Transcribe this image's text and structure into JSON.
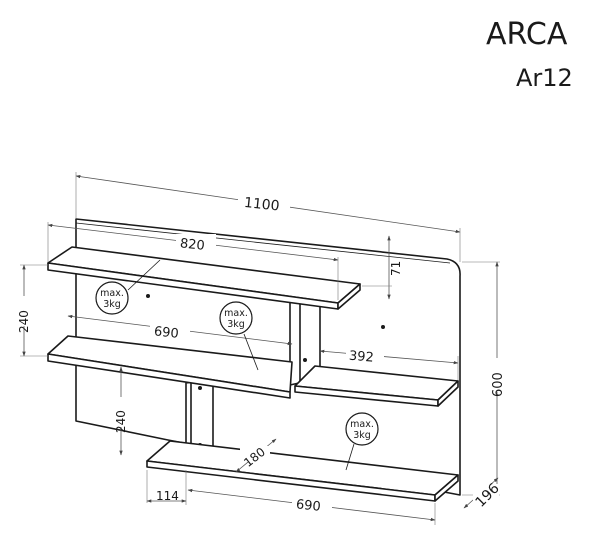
{
  "header": {
    "title": "ARCA",
    "code": "Ar12"
  },
  "dimensions": {
    "total_width": "1100",
    "top_shelf_width": "820",
    "middle_shelf_width": "690",
    "bottom_shelf_width": "690",
    "right_shelf_width": "392",
    "top_gap": "240",
    "lower_gap": "240",
    "top_shelf_height": "71",
    "total_height": "600",
    "depth": "196",
    "shelf_depth": "180",
    "offset": "114"
  },
  "load_badges": [
    {
      "line1": "max.",
      "line2": "3kg"
    },
    {
      "line1": "max.",
      "line2": "3kg"
    },
    {
      "line1": "max.",
      "line2": "3kg"
    }
  ]
}
